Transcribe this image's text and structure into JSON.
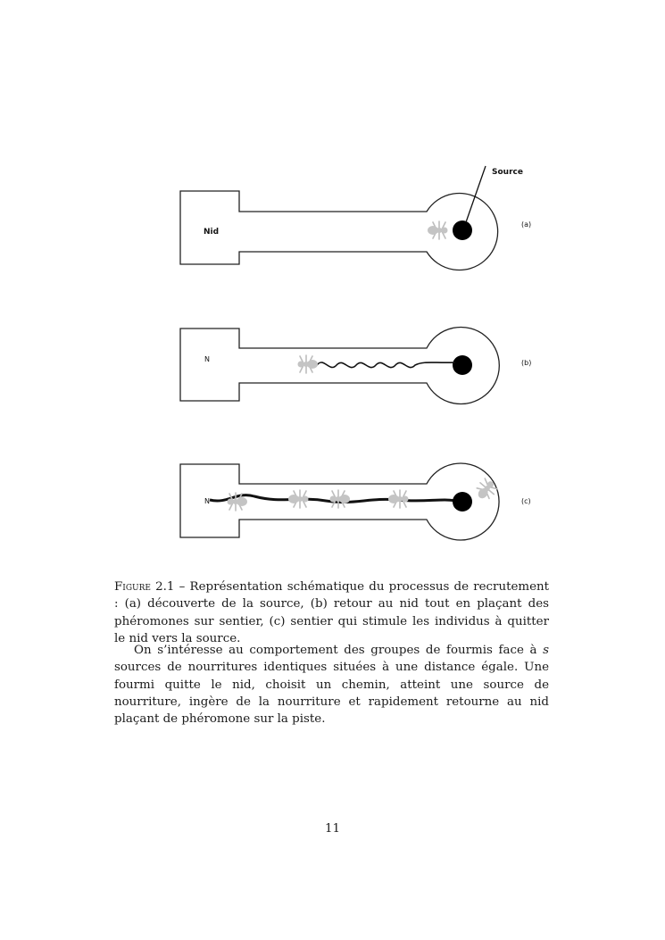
{
  "figure": {
    "panel_a": {
      "nest_label": "Nid",
      "source_label": "Source",
      "panel_label": "(a)"
    },
    "panel_b": {
      "nest_label": "N",
      "panel_label": "(b)"
    },
    "panel_c": {
      "nest_label": "N",
      "panel_label": "(c)"
    }
  },
  "caption": {
    "figure_word": "Figure",
    "figure_number": "2.1",
    "text": " – Représentation schématique du processus de recrutement : (a) découverte de la source, (b) retour au nid tout en plaçant des phéromones sur sentier, (c) sentier qui stimule les individus à quitter le nid vers la source."
  },
  "paragraph": {
    "before_var": "On s’intéresse au comportement des groupes de fourmis face à ",
    "var": "s",
    "after_var": " sources de nourritures identiques situées à une distance égale. Une fourmi quitte le nid, choisit un chemin, atteint une source de nourriture, ingère de la nourriture et rapidement retourne au nid plaçant de phéromone sur la piste."
  },
  "page_number": "11"
}
